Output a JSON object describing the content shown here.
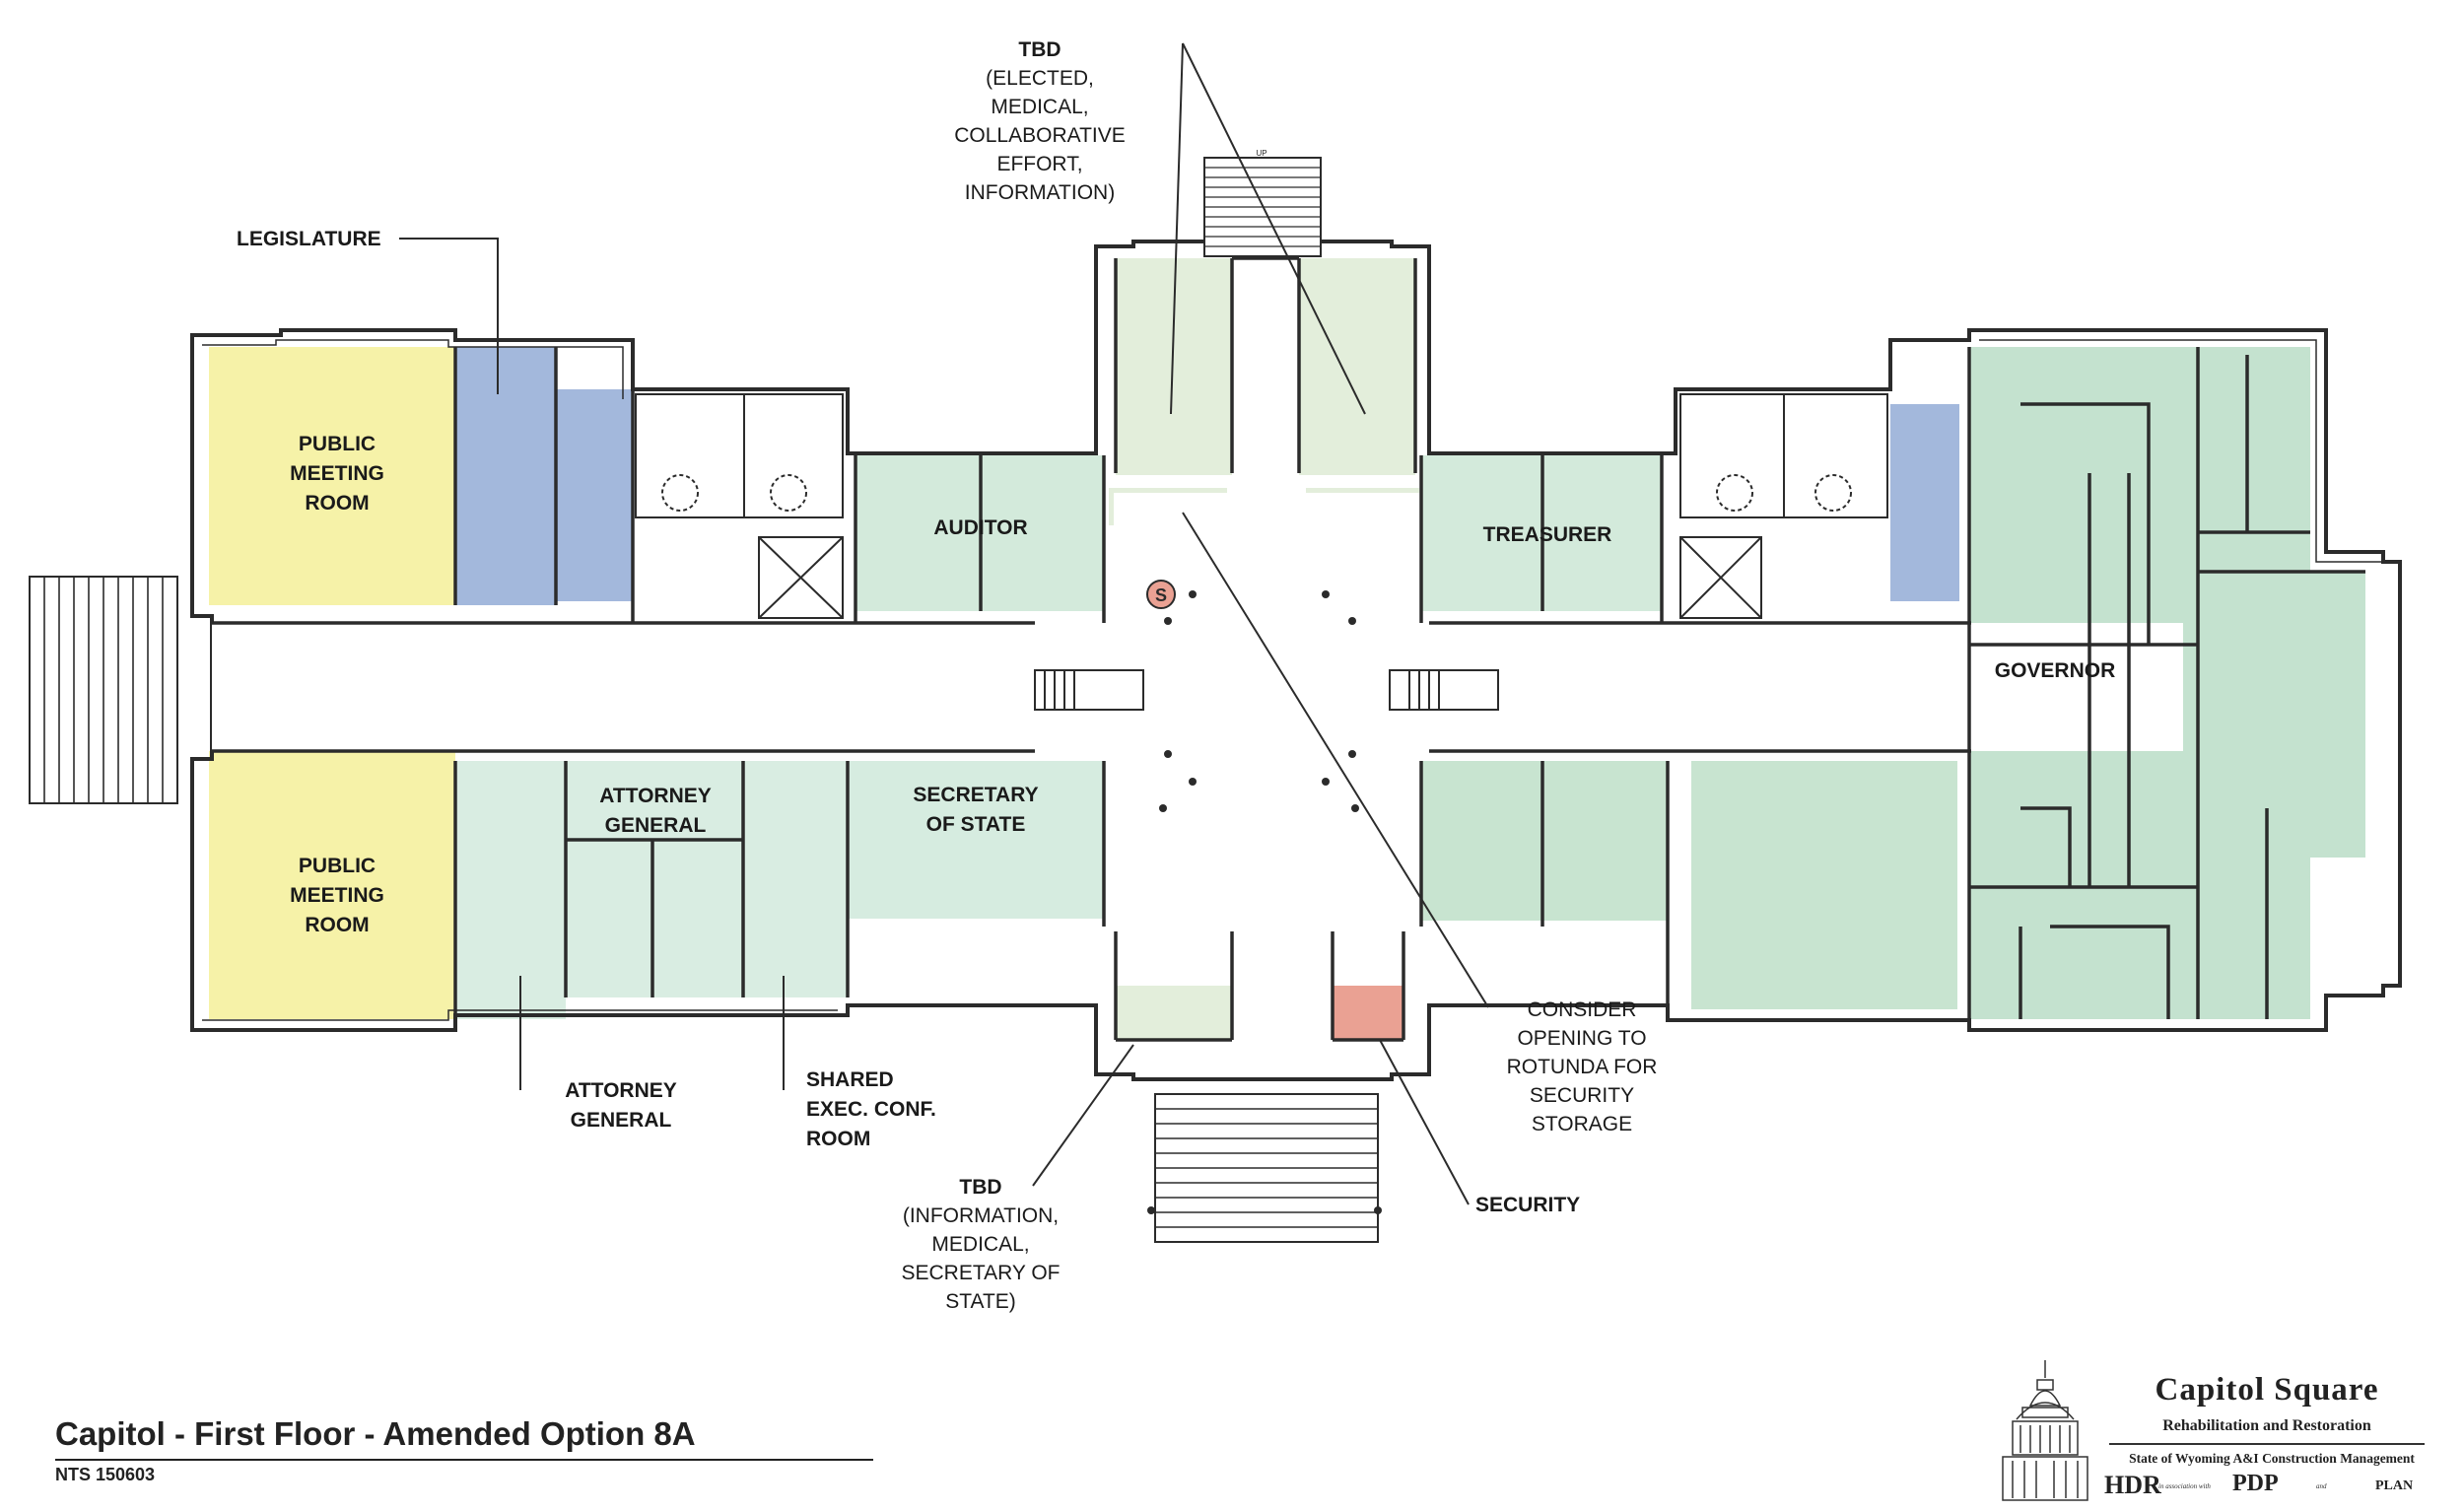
{
  "rooms": {
    "legislature": "LEGISLATURE",
    "public_meeting_north": [
      "PUBLIC",
      "MEETING",
      "ROOM"
    ],
    "public_meeting_south": [
      "PUBLIC",
      "MEETING",
      "ROOM"
    ],
    "auditor": "AUDITOR",
    "treasurer": "TREASURER",
    "governor": "GOVERNOR",
    "attorney_general_room": [
      "ATTORNEY",
      "GENERAL"
    ],
    "secretary_of_state": [
      "SECRETARY",
      "OF STATE"
    ],
    "stair_up": "UP",
    "security_symbol": "S"
  },
  "callouts": {
    "tbd_north": {
      "heading": "TBD",
      "lines": [
        "(ELECTED,",
        "MEDICAL,",
        "COLLABORATIVE",
        "EFFORT,",
        "INFORMATION)"
      ]
    },
    "attorney_general": [
      "ATTORNEY",
      "GENERAL"
    ],
    "shared_exec": [
      "SHARED",
      "EXEC. CONF.",
      "ROOM"
    ],
    "tbd_south": {
      "heading": "TBD",
      "lines": [
        "(INFORMATION,",
        "MEDICAL,",
        "SECRETARY OF",
        "STATE)"
      ]
    },
    "security": "SECURITY",
    "consider": [
      "CONSIDER",
      "OPENING TO",
      "ROTUNDA FOR",
      "SECURITY",
      "STORAGE"
    ]
  },
  "title_block": {
    "title": "Capitol - First Floor - Amended Option 8A",
    "scale": "NTS 150603"
  },
  "logo": {
    "project": "Capitol Square",
    "subtitle": "Rehabilitation and Restoration",
    "client": "State of Wyoming A&I Construction Management",
    "firm_1": "HDR",
    "in_association": "in association with",
    "firm_2": "PDP",
    "and": "and",
    "firm_3": "PLAN"
  },
  "colors": {
    "public_meeting": "#f6f2a8",
    "legislature": "#a3b8dc",
    "executive_green": "#cfe6d6",
    "governor_green": "#c4e2cf",
    "tbd_pale": "#e3eedb",
    "attorney_pale": "#d9ede2",
    "security_red": "#eaa193",
    "walls": "#2b2b2b"
  }
}
